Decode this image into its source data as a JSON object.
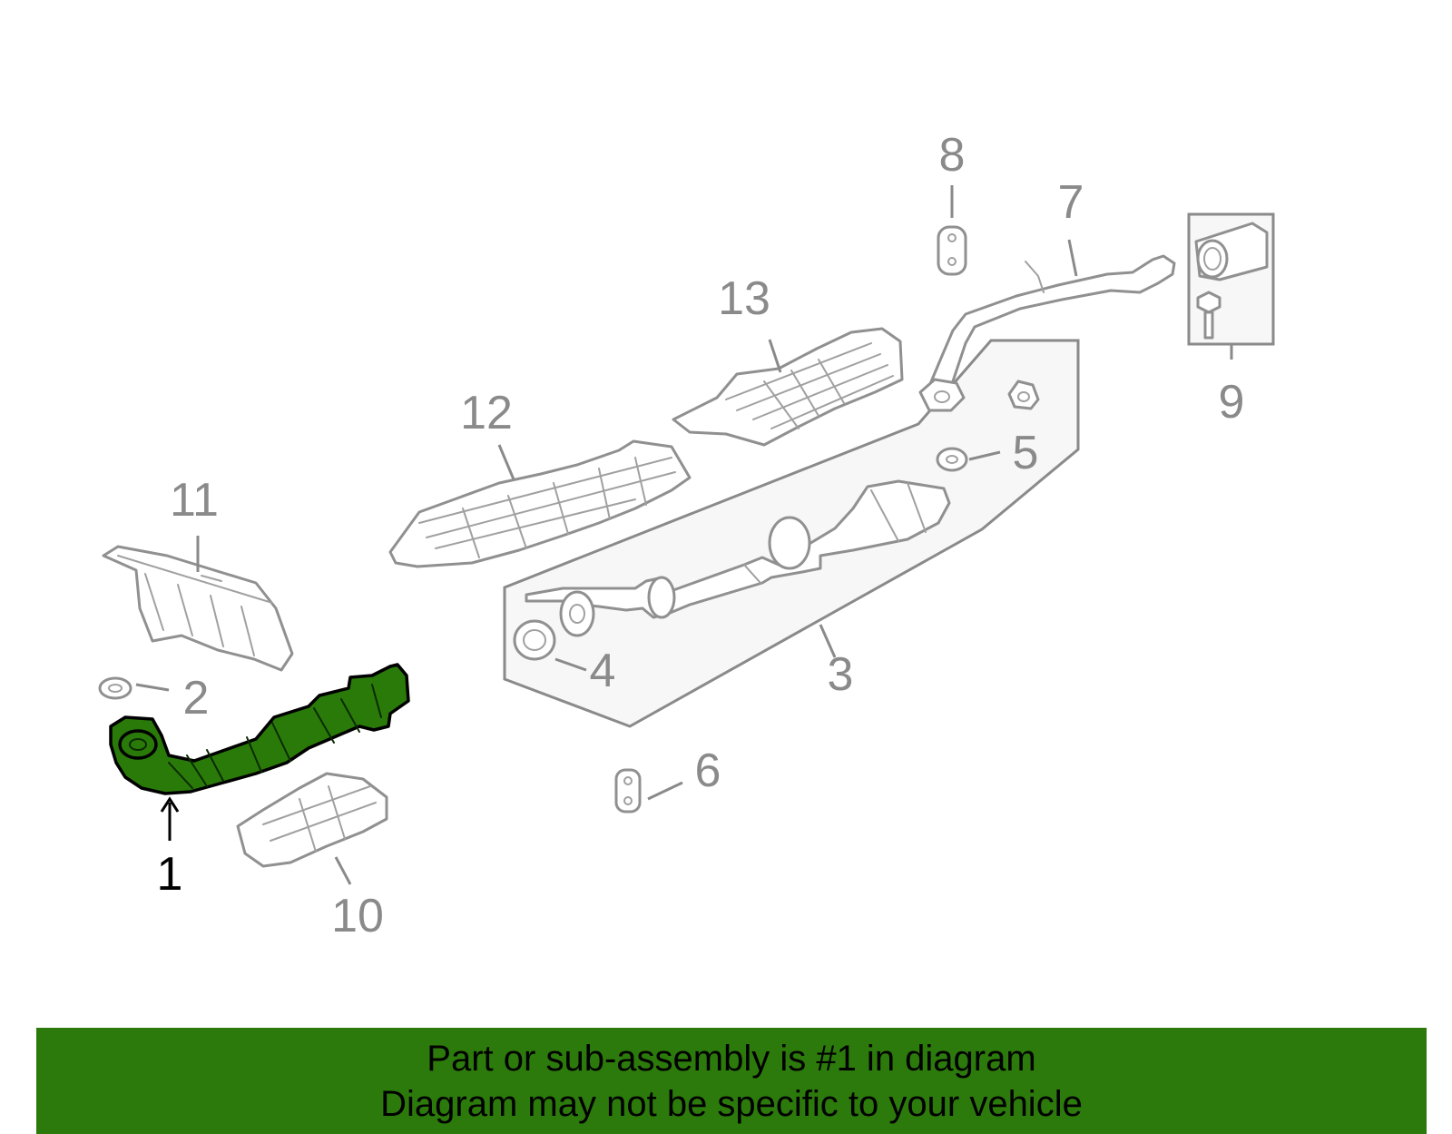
{
  "diagram": {
    "callouts": [
      {
        "id": "1",
        "label": "1",
        "highlighted": true
      },
      {
        "id": "2",
        "label": "2"
      },
      {
        "id": "3",
        "label": "3"
      },
      {
        "id": "4",
        "label": "4"
      },
      {
        "id": "5",
        "label": "5"
      },
      {
        "id": "6",
        "label": "6"
      },
      {
        "id": "7",
        "label": "7"
      },
      {
        "id": "8",
        "label": "8"
      },
      {
        "id": "9",
        "label": "9"
      },
      {
        "id": "10",
        "label": "10"
      },
      {
        "id": "11",
        "label": "11"
      },
      {
        "id": "12",
        "label": "12"
      },
      {
        "id": "13",
        "label": "13"
      }
    ],
    "colors": {
      "highlight": "#2a7a0a",
      "part_outline": "#909090",
      "banner": "#2c7a0c"
    }
  },
  "banner": {
    "line1": "Part or sub-assembly is #1 in diagram",
    "line2": "Diagram may not be specific to your vehicle"
  }
}
